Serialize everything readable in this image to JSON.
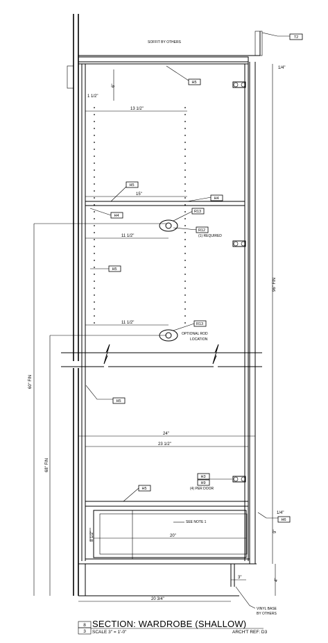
{
  "title": {
    "section_text": "SECTION: WARDROBE (SHALLOW)",
    "scale_text": "SCALE 3\" = 1'-0\"",
    "arch_ref": "ARCH'T REF: D3",
    "sheet_top": "8",
    "sheet_bottom": "3"
  },
  "notes": {
    "soffit": "SOFFIT BY OTHERS",
    "rod_required": "(1) REQUIRED",
    "optional_rod": "OPTIONAL ROD",
    "optional_rod2": "LOCATION",
    "per_door": "(4) PER DOOR",
    "see_note": "SEE NOTE 1",
    "vinyl_base": "VINYL BASE",
    "by_others": "BY OTHERS"
  },
  "tags": {
    "t2": "T2",
    "h5_a": "H5",
    "h5_b": "H5",
    "h4_a": "H4",
    "h4_b": "H4",
    "r13_a": "R13",
    "r12": "R12",
    "h5_c": "H5",
    "r13_b": "R13",
    "h5_d": "H5",
    "h3": "H3",
    "h9": "H9",
    "h5_e": "H5",
    "h6": "H6"
  },
  "dims": {
    "d_quarter": "1/4\"",
    "d_6": "6\"",
    "d_1half": "1 1/2\"",
    "d_13half": "13 1/2\"",
    "d_15": "15\"",
    "d_11half_a": "11 1/2\"",
    "d_11half_b": "11 1/2\"",
    "d_24": "24\"",
    "d_23half": "23 1/2\"",
    "d_20": "20\"",
    "d_9": "9\"",
    "d_quarter_b": "1/4\"",
    "d_4": "4\"",
    "d_3": "3\"",
    "d_20three": "20 3/4\"",
    "d_8half": "8 1/2\"",
    "d_ht_right": "96\" FIN",
    "d_ht_left_a": "60\" FIN",
    "d_ht_left_b": "68\" FIN"
  }
}
